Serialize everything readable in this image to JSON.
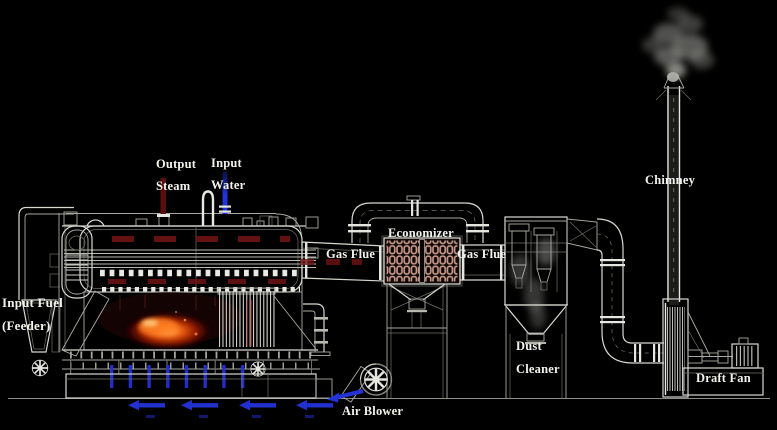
{
  "scene": {
    "background": "#000000",
    "line_color": "#d8d8d1",
    "accent_red": "#6e1313",
    "steam_pipe_red": "#5a0e0e",
    "water_blue": "#2433d8",
    "flame_core": "#ffd37a",
    "flame_mid": "#ff6a12",
    "flame_deep": "#a81c00",
    "economizer_tube_pink": "#c99b8d",
    "smoke_gray": "#b2b2ac",
    "label_color": "#f3f3ed"
  },
  "labels": {
    "output_steam": {
      "line1": "Output",
      "line2": "Steam"
    },
    "input_water": {
      "line1": "Input",
      "line2": "Water"
    },
    "input_fuel": {
      "line1": "Input Fuel",
      "line2": "(Feeder)"
    },
    "gas_flue_left": "Gas Flue",
    "economizer": "Economizer",
    "gas_flue_right": "Gas Flue",
    "dust_cleaner": {
      "line1": "Dust",
      "line2": "Cleaner"
    },
    "chimney": "Chimney",
    "draft_fan": "Draft Fan",
    "air_blower": "Air Blower"
  }
}
